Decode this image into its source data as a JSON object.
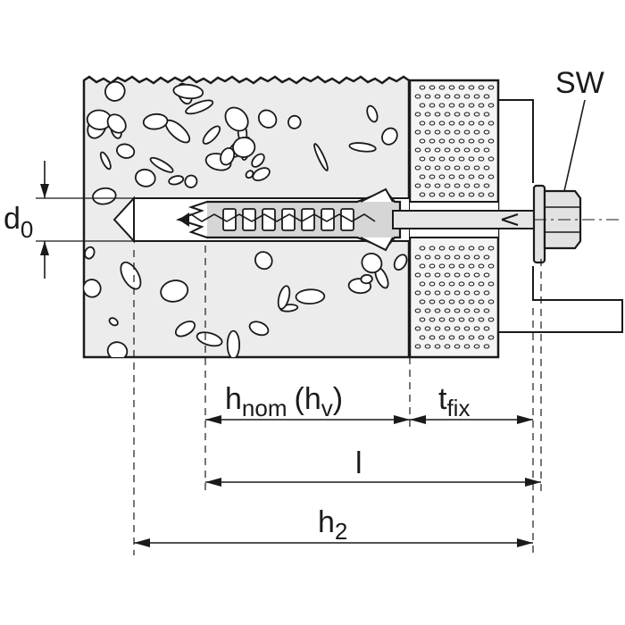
{
  "labels": {
    "sw": "SW",
    "d_main": "d",
    "d_sub": "0",
    "hnom_main": "h",
    "hnom_sub": "nom",
    "hnom_paren_open": "(h",
    "hnom_paren_sub": "v",
    "hnom_paren_close": ")",
    "tfix_main": "t",
    "tfix_sub": "fix",
    "l": "l",
    "h2_main": "h",
    "h2_sub": "2"
  },
  "colors": {
    "line": "#1a1a1a",
    "concrete": "#ececec",
    "fixture": "#f4f4f4",
    "metal": "#e2e2e2",
    "plug": "#d0d0d0"
  }
}
